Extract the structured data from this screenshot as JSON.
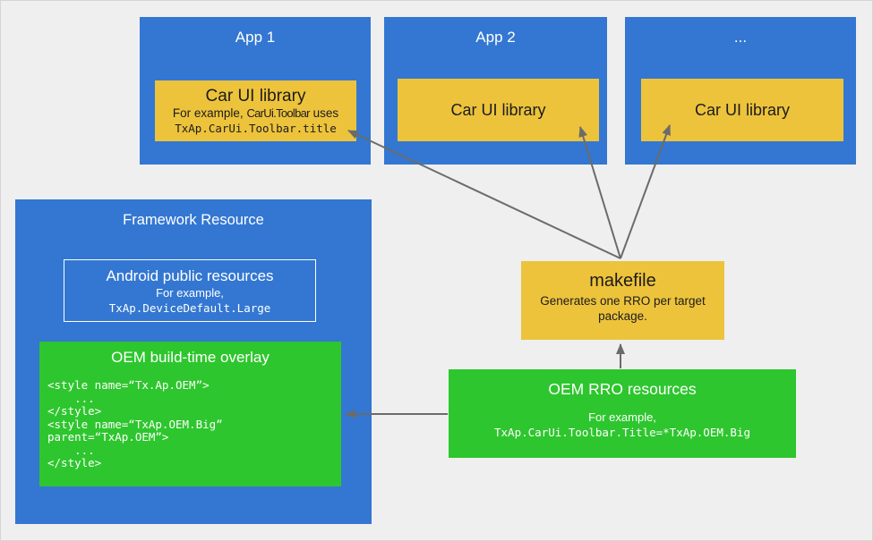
{
  "apps": [
    {
      "title": "App 1",
      "lib_title": "Car UI library",
      "desc_prefix": "For example, ",
      "desc_code": "CarUi.Toolbar",
      "desc_suffix": " uses",
      "code": "TxAp.CarUi.Toolbar.title"
    },
    {
      "title": "App 2",
      "lib_title": "Car UI library"
    },
    {
      "title": "...",
      "lib_title": "Car UI library"
    }
  ],
  "framework": {
    "title": "Framework Resource",
    "android_public": {
      "title": "Android public resources",
      "example_label": "For example,",
      "example_code": "TxAp.DeviceDefault.Large"
    },
    "oem_overlay": {
      "title": "OEM build-time overlay",
      "code": "<style name=“Tx.Ap.OEM”>\n    ...\n</style>\n<style name=“TxAp.OEM.Big”\nparent=“TxAp.OEM”>\n    ...\n</style>"
    }
  },
  "makefile": {
    "title": "makefile",
    "desc": "Generates one RRO per target package."
  },
  "oem_rro": {
    "title": "OEM RRO resources",
    "example_label": "For example,",
    "example_code": "TxAp.CarUi.Toolbar.Title=*TxAp.OEM.Big"
  },
  "colors": {
    "blue": "#3377d2",
    "yellow": "#edc33c",
    "green": "#2ec62e",
    "background": "#efefef",
    "arrow": "#6b6b6b"
  }
}
